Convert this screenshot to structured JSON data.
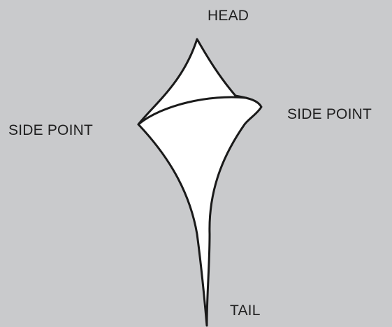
{
  "diagram": {
    "labels": {
      "head": "HEAD",
      "side_point_right": "SIDE POINT",
      "side_point_left": "SIDE POINT",
      "tail": "TAIL"
    },
    "colors": {
      "background": "#c9cacc",
      "sail_fill": "#ffffff",
      "outline": "#1a1a1a"
    }
  }
}
